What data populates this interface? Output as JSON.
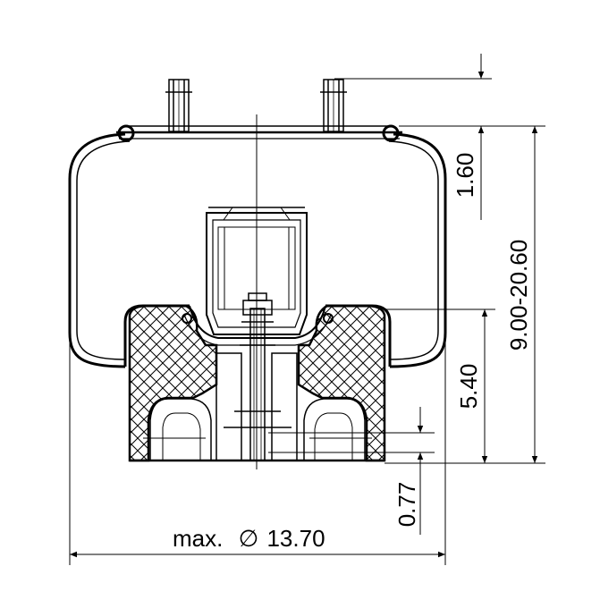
{
  "dimensions": {
    "top_height": "1.60",
    "stroke_range": "9.00-20.60",
    "piston_height": "5.40",
    "bottom_offset": "0.77",
    "max_diameter_prefix": "max.",
    "diameter_symbol": "∅",
    "max_diameter_value": "13.70"
  },
  "colors": {
    "line": "#000000",
    "background": "#ffffff"
  }
}
